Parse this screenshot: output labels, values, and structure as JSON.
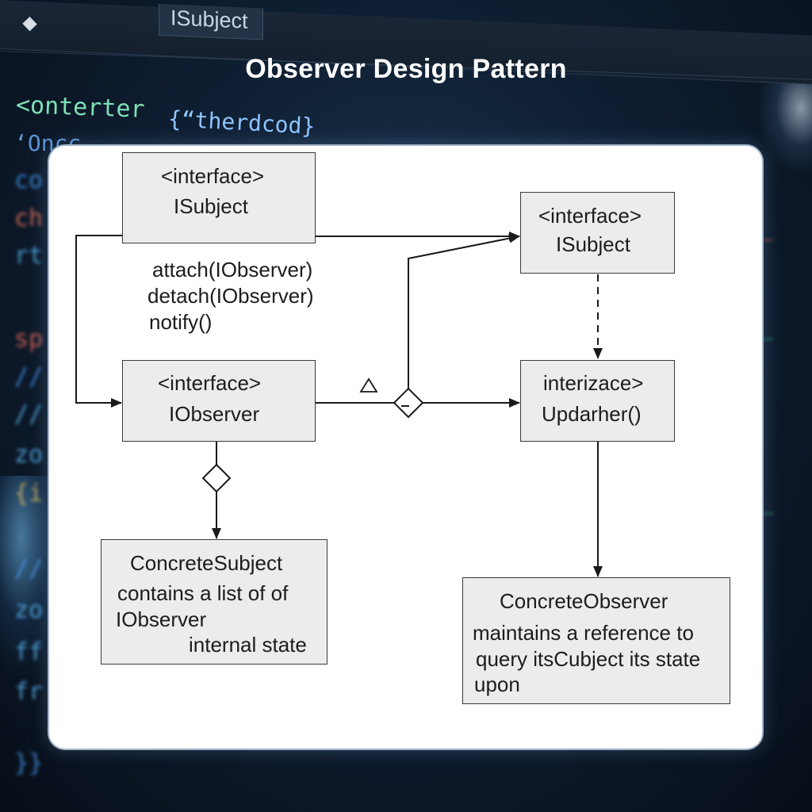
{
  "title": "Observer Design Pattern",
  "editor": {
    "tab_label": "ISubject",
    "code_line_1": "<onterter",
    "code_line_2": "{“therdcod}",
    "code_line_3": "‘Oncc"
  },
  "diagram": {
    "subject_interface": {
      "stereotype": "<interface>",
      "name": "ISubject",
      "operations": [
        "attach(IObserver)",
        "detach(IObserver)",
        "notify()"
      ]
    },
    "subject_interface_right": {
      "stereotype": "<interface>",
      "name": "ISubject"
    },
    "observer_interface": {
      "stereotype": "<interface>",
      "name": "IObserver"
    },
    "updater_interface": {
      "stereotype": "interizace>",
      "name": "Updarher()"
    },
    "concrete_subject": {
      "name": "ConcreteSubject",
      "desc_1": "contains a list of of",
      "desc_2": "IObserver",
      "desc_3": "internal state"
    },
    "concrete_observer": {
      "name": "ConcreteObserver",
      "desc_1": "maintains a reference to",
      "desc_2": "query itsCubject its state",
      "desc_3": "upon"
    }
  },
  "colors": {
    "background": "#0f1f33",
    "panel": "#ffffff",
    "box_fill": "#ececec",
    "line": "#1a1a1a"
  }
}
